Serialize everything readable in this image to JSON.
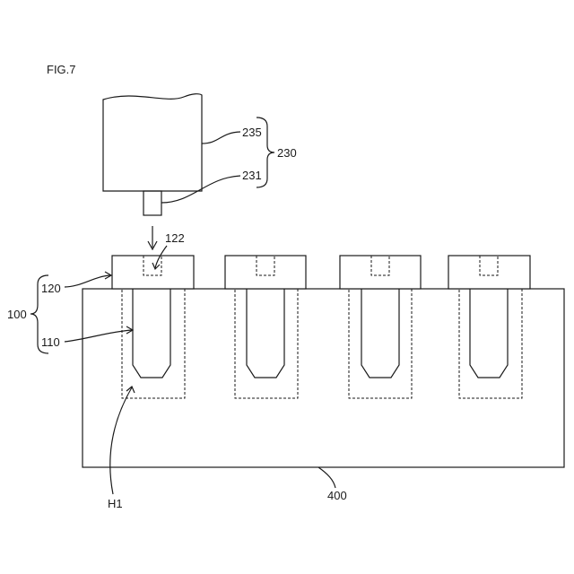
{
  "figure": {
    "title": "FIG.7"
  },
  "labels": {
    "l235": "235",
    "l230": "230",
    "l231": "231",
    "l122": "122",
    "l120": "120",
    "l100": "100",
    "l110": "110",
    "lH1": "H1",
    "l400": "400"
  }
}
